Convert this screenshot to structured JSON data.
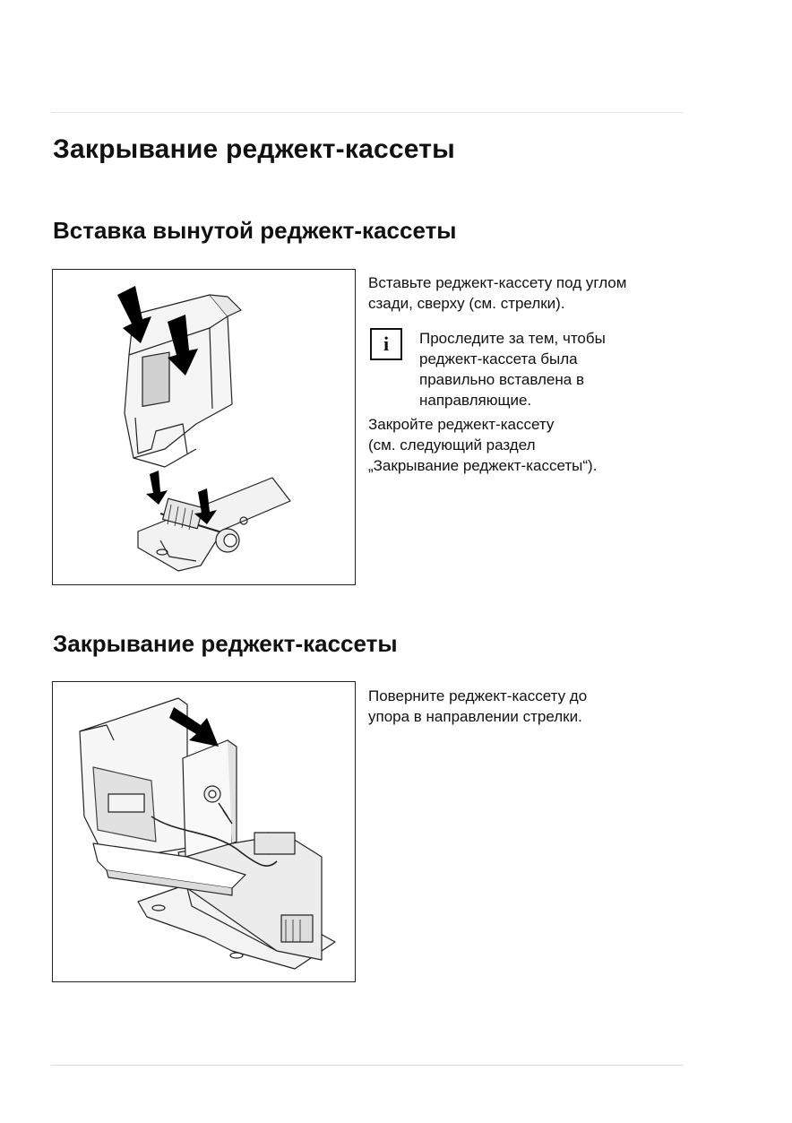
{
  "page": {
    "title": "Закрывание реджект-кассеты"
  },
  "section_insert": {
    "heading": "Вставка вынутой реджект-кассеты",
    "text1": [
      "Вставьте реджект-кассету под углом",
      "сзади, сверху (см. стрелки)."
    ],
    "note_icon": "i",
    "note": [
      "Проследите за тем, чтобы",
      "реджект-кассета была",
      "правильно вставлена в",
      "направляющие."
    ],
    "text2": [
      "Закройте реджект-кассету",
      "(см. следующий раздел",
      "„Закрывание реджект-кассеты“)."
    ]
  },
  "section_close": {
    "heading": "Закрывание реджект-кассеты",
    "text": [
      "Поверните реджект-кассету до",
      "упора в направлении стрелки."
    ]
  },
  "icons": {
    "note": "info-icon",
    "arrow": "arrow-icon"
  }
}
